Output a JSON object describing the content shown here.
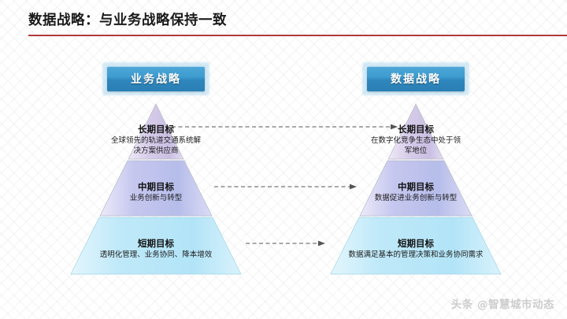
{
  "slide": {
    "title": "数据战略：与业务战略保持一致",
    "accent_color": "#b03a3a",
    "banner_color": "#3e9ccf",
    "watermark": "头条 @智慧城市动态"
  },
  "columns": [
    {
      "id": "business-strategy",
      "banner_label": "业务战略",
      "tiers": [
        {
          "id": "long-term",
          "heading": "长期目标",
          "sub": "全球领先的轨道交通系统解决方案供应商",
          "fill": "#cfc3e4"
        },
        {
          "id": "mid-term",
          "heading": "中期目标",
          "sub": "业务创新与转型",
          "fill": "#bfc4ec"
        },
        {
          "id": "short-term",
          "heading": "短期目标",
          "sub": "透明化管理、业务协同、降本增效",
          "fill": "#c4ecfa"
        }
      ]
    },
    {
      "id": "data-strategy",
      "banner_label": "数据战略",
      "tiers": [
        {
          "id": "long-term",
          "heading": "长期目标",
          "sub": "在数字化竞争生态中处于领军地位",
          "fill": "#cfc3e4"
        },
        {
          "id": "mid-term",
          "heading": "中期目标",
          "sub": "数据促进业务创新与转型",
          "fill": "#bfc4ec"
        },
        {
          "id": "short-term",
          "heading": "短期目标",
          "sub": "数据满足基本的管理决策和业务协同需求",
          "fill": "#c4ecfa"
        }
      ]
    }
  ],
  "connectors": [
    {
      "id": "connector-long-term",
      "from": "business-strategy.long-term",
      "to": "data-strategy.long-term",
      "color": "#555555"
    },
    {
      "id": "connector-mid-term",
      "from": "business-strategy.mid-term",
      "to": "data-strategy.mid-term",
      "color": "#555555"
    },
    {
      "id": "connector-short-term",
      "from": "business-strategy.short-term",
      "to": "data-strategy.short-term",
      "color": "#555555"
    }
  ]
}
